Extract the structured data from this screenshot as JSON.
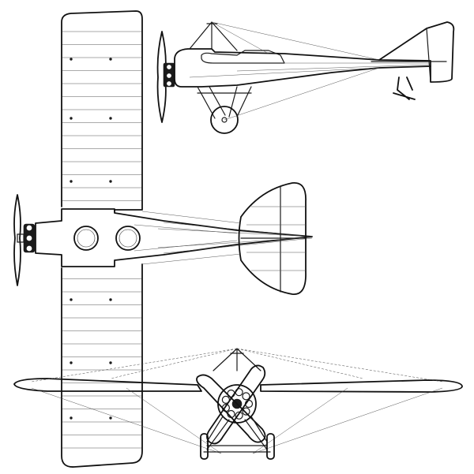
{
  "drawing": {
    "views": [
      "side-view",
      "plan-view",
      "front-view"
    ],
    "ink_color": "#1a1a1a",
    "background_color": "#ffffff"
  }
}
